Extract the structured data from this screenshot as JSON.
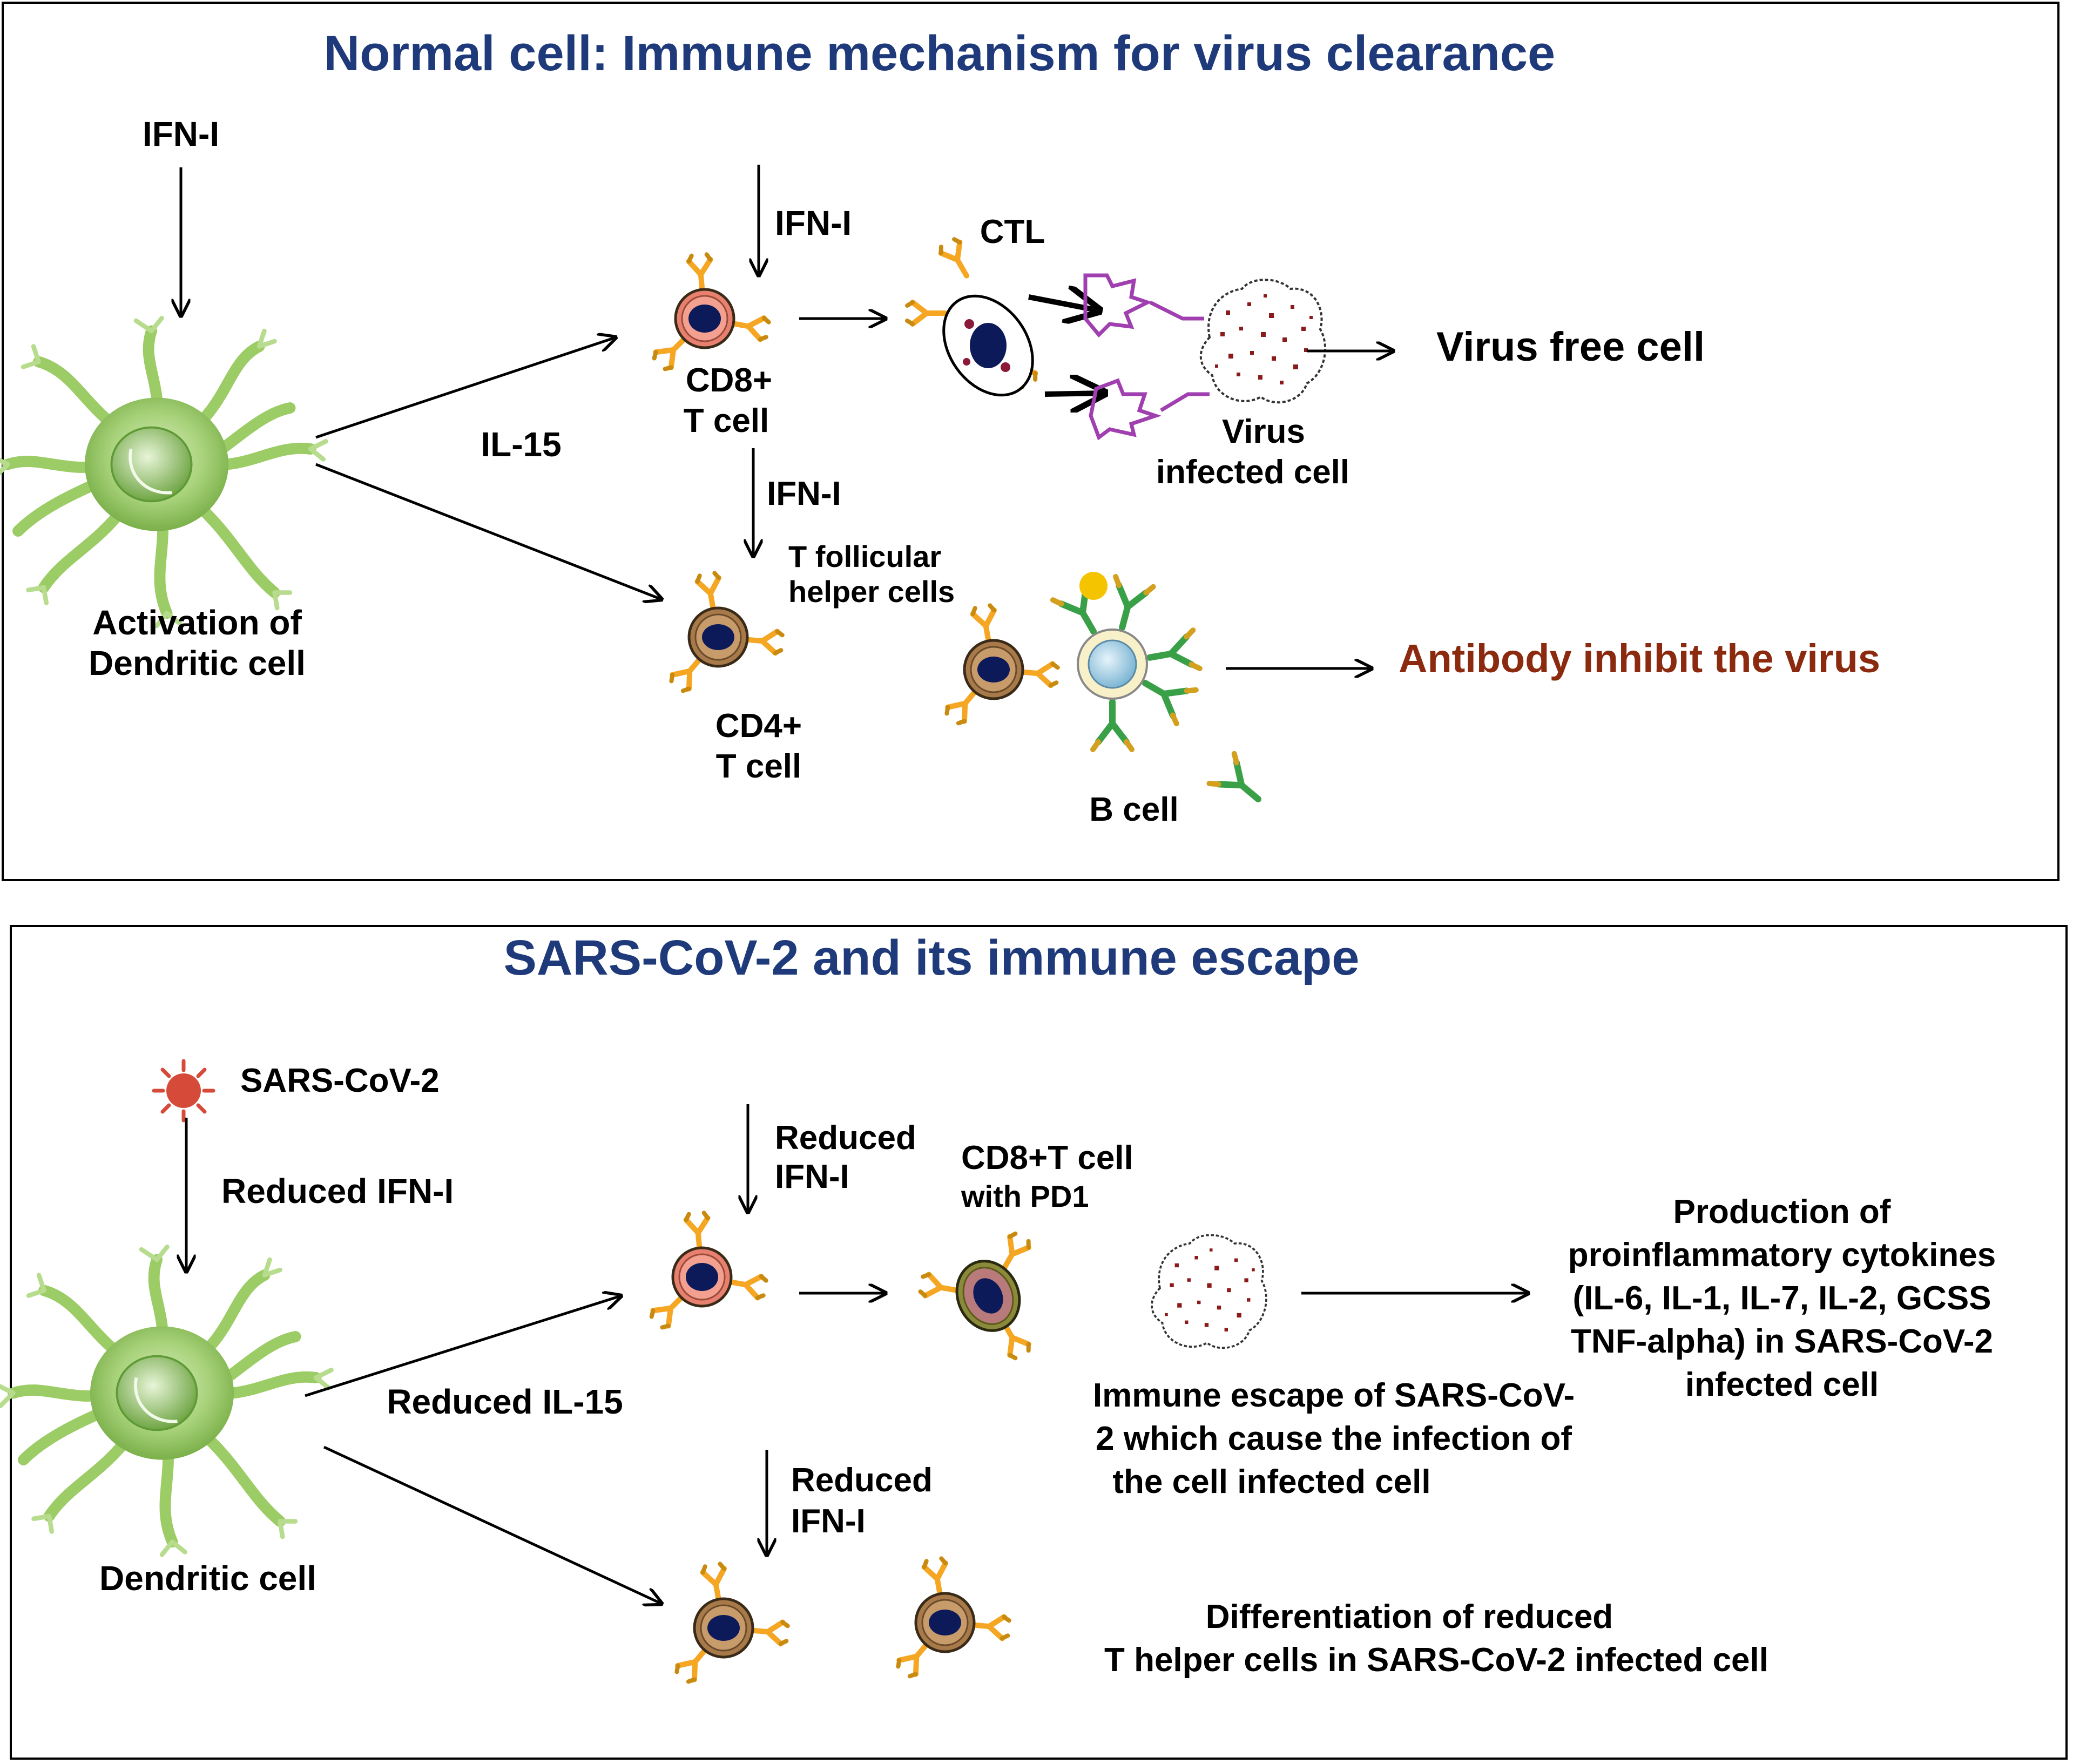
{
  "panel_top": {
    "title": "Normal cell: Immune mechanism for virus clearance",
    "ifn_top": "IFN-I",
    "ifn_cd8": "IFN-I",
    "ifn_cd4": "IFN-I",
    "il15": "IL-15",
    "dendritic_label_1": "Activation of",
    "dendritic_label_2": "Dendritic cell",
    "cd8_label_1": "CD8+",
    "cd8_label_2": "T cell",
    "ctl_label": "CTL",
    "virus_infected_1": "Virus",
    "virus_infected_2": "infected cell",
    "virus_free": "Virus free cell",
    "tfh_1": "T follicular",
    "tfh_2": "helper cells",
    "cd4_label_1": "CD4+",
    "cd4_label_2": "T cell",
    "b_cell": "B cell",
    "antibody": "Antibody inhibit the virus"
  },
  "panel_bottom": {
    "title": "SARS-CoV-2 and its immune escape",
    "sars_label": "SARS-CoV-2",
    "reduced_ifn_left": "Reduced IFN-I",
    "dendritic_label": "Dendritic cell",
    "reduced_il15": "Reduced IL-15",
    "reduced_ifn_cd8_1": "Reduced",
    "reduced_ifn_cd8_2": "IFN-I",
    "cd8_pd1_1": "CD8+T cell",
    "cd8_pd1_2": "with PD1",
    "escape_1": "Immune escape of SARS-CoV-",
    "escape_2": "2 which cause the infection of",
    "escape_3": "the cell infected cell",
    "production_1": "Production of",
    "production_2": "proinflammatory cytokines",
    "production_3": "(IL-6, IL-1, IL-7, IL-2, GCSS",
    "production_4": "TNF-alpha) in SARS-CoV-2",
    "production_5": "infected cell",
    "reduced_ifn_cd4_1": "Reduced",
    "reduced_ifn_cd4_2": "IFN-I",
    "diff_1": "Differentiation of reduced",
    "diff_2": "T helper cells in SARS-CoV-2 infected cell"
  },
  "colors": {
    "title_blue": "#1f3a7a",
    "antibody_red": "#8b2a0e",
    "receptor_orange": "#f5a623",
    "dendritic_green": "#9ccc65",
    "b_cell_green": "#3aa048",
    "virus_purple": "#a040b0",
    "virus_dots": "#8b1a1a",
    "nucleus": "#0d1a5a"
  }
}
